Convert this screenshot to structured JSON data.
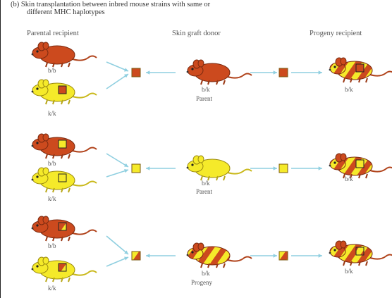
{
  "title_line1": "(b) Skin transplantation between inbred mouse strains with same or",
  "title_line2": "different MHC haplotypes",
  "headers": {
    "recipient": "Parental recipient",
    "donor": "Skin graft donor",
    "progeny": "Progeny recipient"
  },
  "rows": [
    {
      "recipients": [
        {
          "label": "b/b",
          "mouse": "red"
        },
        {
          "label": "k/k",
          "mouse": "yellow"
        }
      ],
      "graft": "red",
      "donor_label": "b/k",
      "donor_role": "Parent",
      "progeny_label": "b/k"
    },
    {
      "recipients": [
        {
          "label": "b/b",
          "mouse": "red"
        },
        {
          "label": "k/k",
          "mouse": "yellow"
        }
      ],
      "graft": "yellow",
      "donor_label": "b/k",
      "donor_role": "Parent",
      "progeny_label": "b/k"
    },
    {
      "recipients": [
        {
          "label": "b/b",
          "mouse": "red"
        },
        {
          "label": "k/k",
          "mouse": "yellow"
        }
      ],
      "graft": "striped",
      "donor_label": "b/k",
      "donor_role": "Progeny",
      "progeny_label": "b/k"
    }
  ],
  "colors": {
    "red_mouse": "#cc4a1e",
    "yellow_mouse": "#f5ea2a",
    "arrow": "#8fcfe0",
    "outline": "#7a2a10"
  }
}
